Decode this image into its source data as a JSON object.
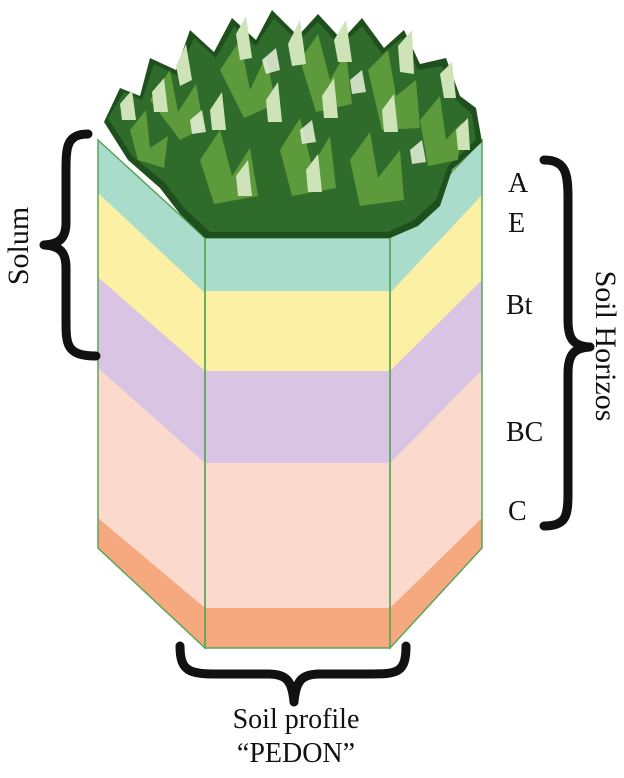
{
  "labels": {
    "solum": "Solum",
    "soil_horizons": "Soil Horizos",
    "profile_line1": "Soil profile",
    "profile_line2": "“PEDON”"
  },
  "horizons": [
    {
      "name": "A",
      "color": "#a9dccb"
    },
    {
      "name": "E",
      "color": "#a9dccb"
    },
    {
      "name": "Bt",
      "color": "#fbf0a4"
    },
    {
      "name": "",
      "color": "#d9c5e3"
    },
    {
      "name": "BC",
      "color": "#fbd9cc"
    },
    {
      "name": "C",
      "color": "#f6a97f"
    }
  ],
  "colors": {
    "outline": "#5aa55a",
    "vegetation_dark": "#2f6b2a",
    "vegetation_mid": "#5d9a3c",
    "vegetation_light": "#cfe3b9",
    "brace": "#111111"
  }
}
